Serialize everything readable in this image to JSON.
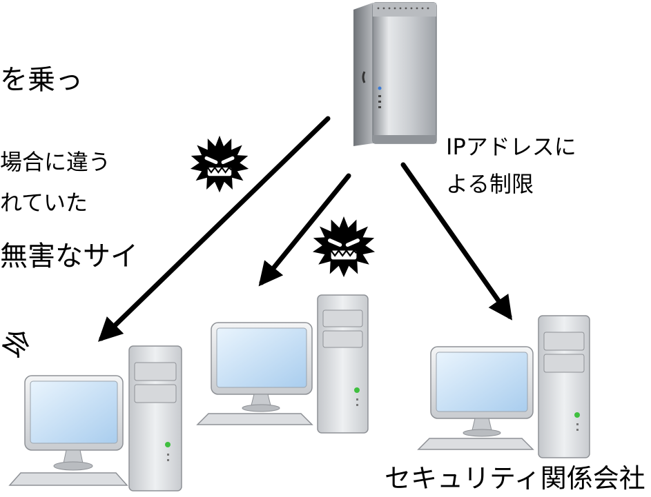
{
  "fragments": {
    "line1": "を乗っ",
    "line2": "場合に違う",
    "line3": "れていた",
    "line4": "無害なサイ",
    "line5": "会"
  },
  "labels": {
    "ip_restriction": [
      "IPアドレスに",
      "よる制限"
    ],
    "security_company": "セキュリティ関係会社"
  },
  "colors": {
    "arrow": "#000000",
    "monster": "#000000",
    "screen": "#bcd9f2",
    "case": "#d7d9dc",
    "led": "#3fbf3f"
  },
  "icons": [
    "server-tower-icon",
    "desktop-computer-icon",
    "malware-monster-icon",
    "arrow-icon"
  ]
}
